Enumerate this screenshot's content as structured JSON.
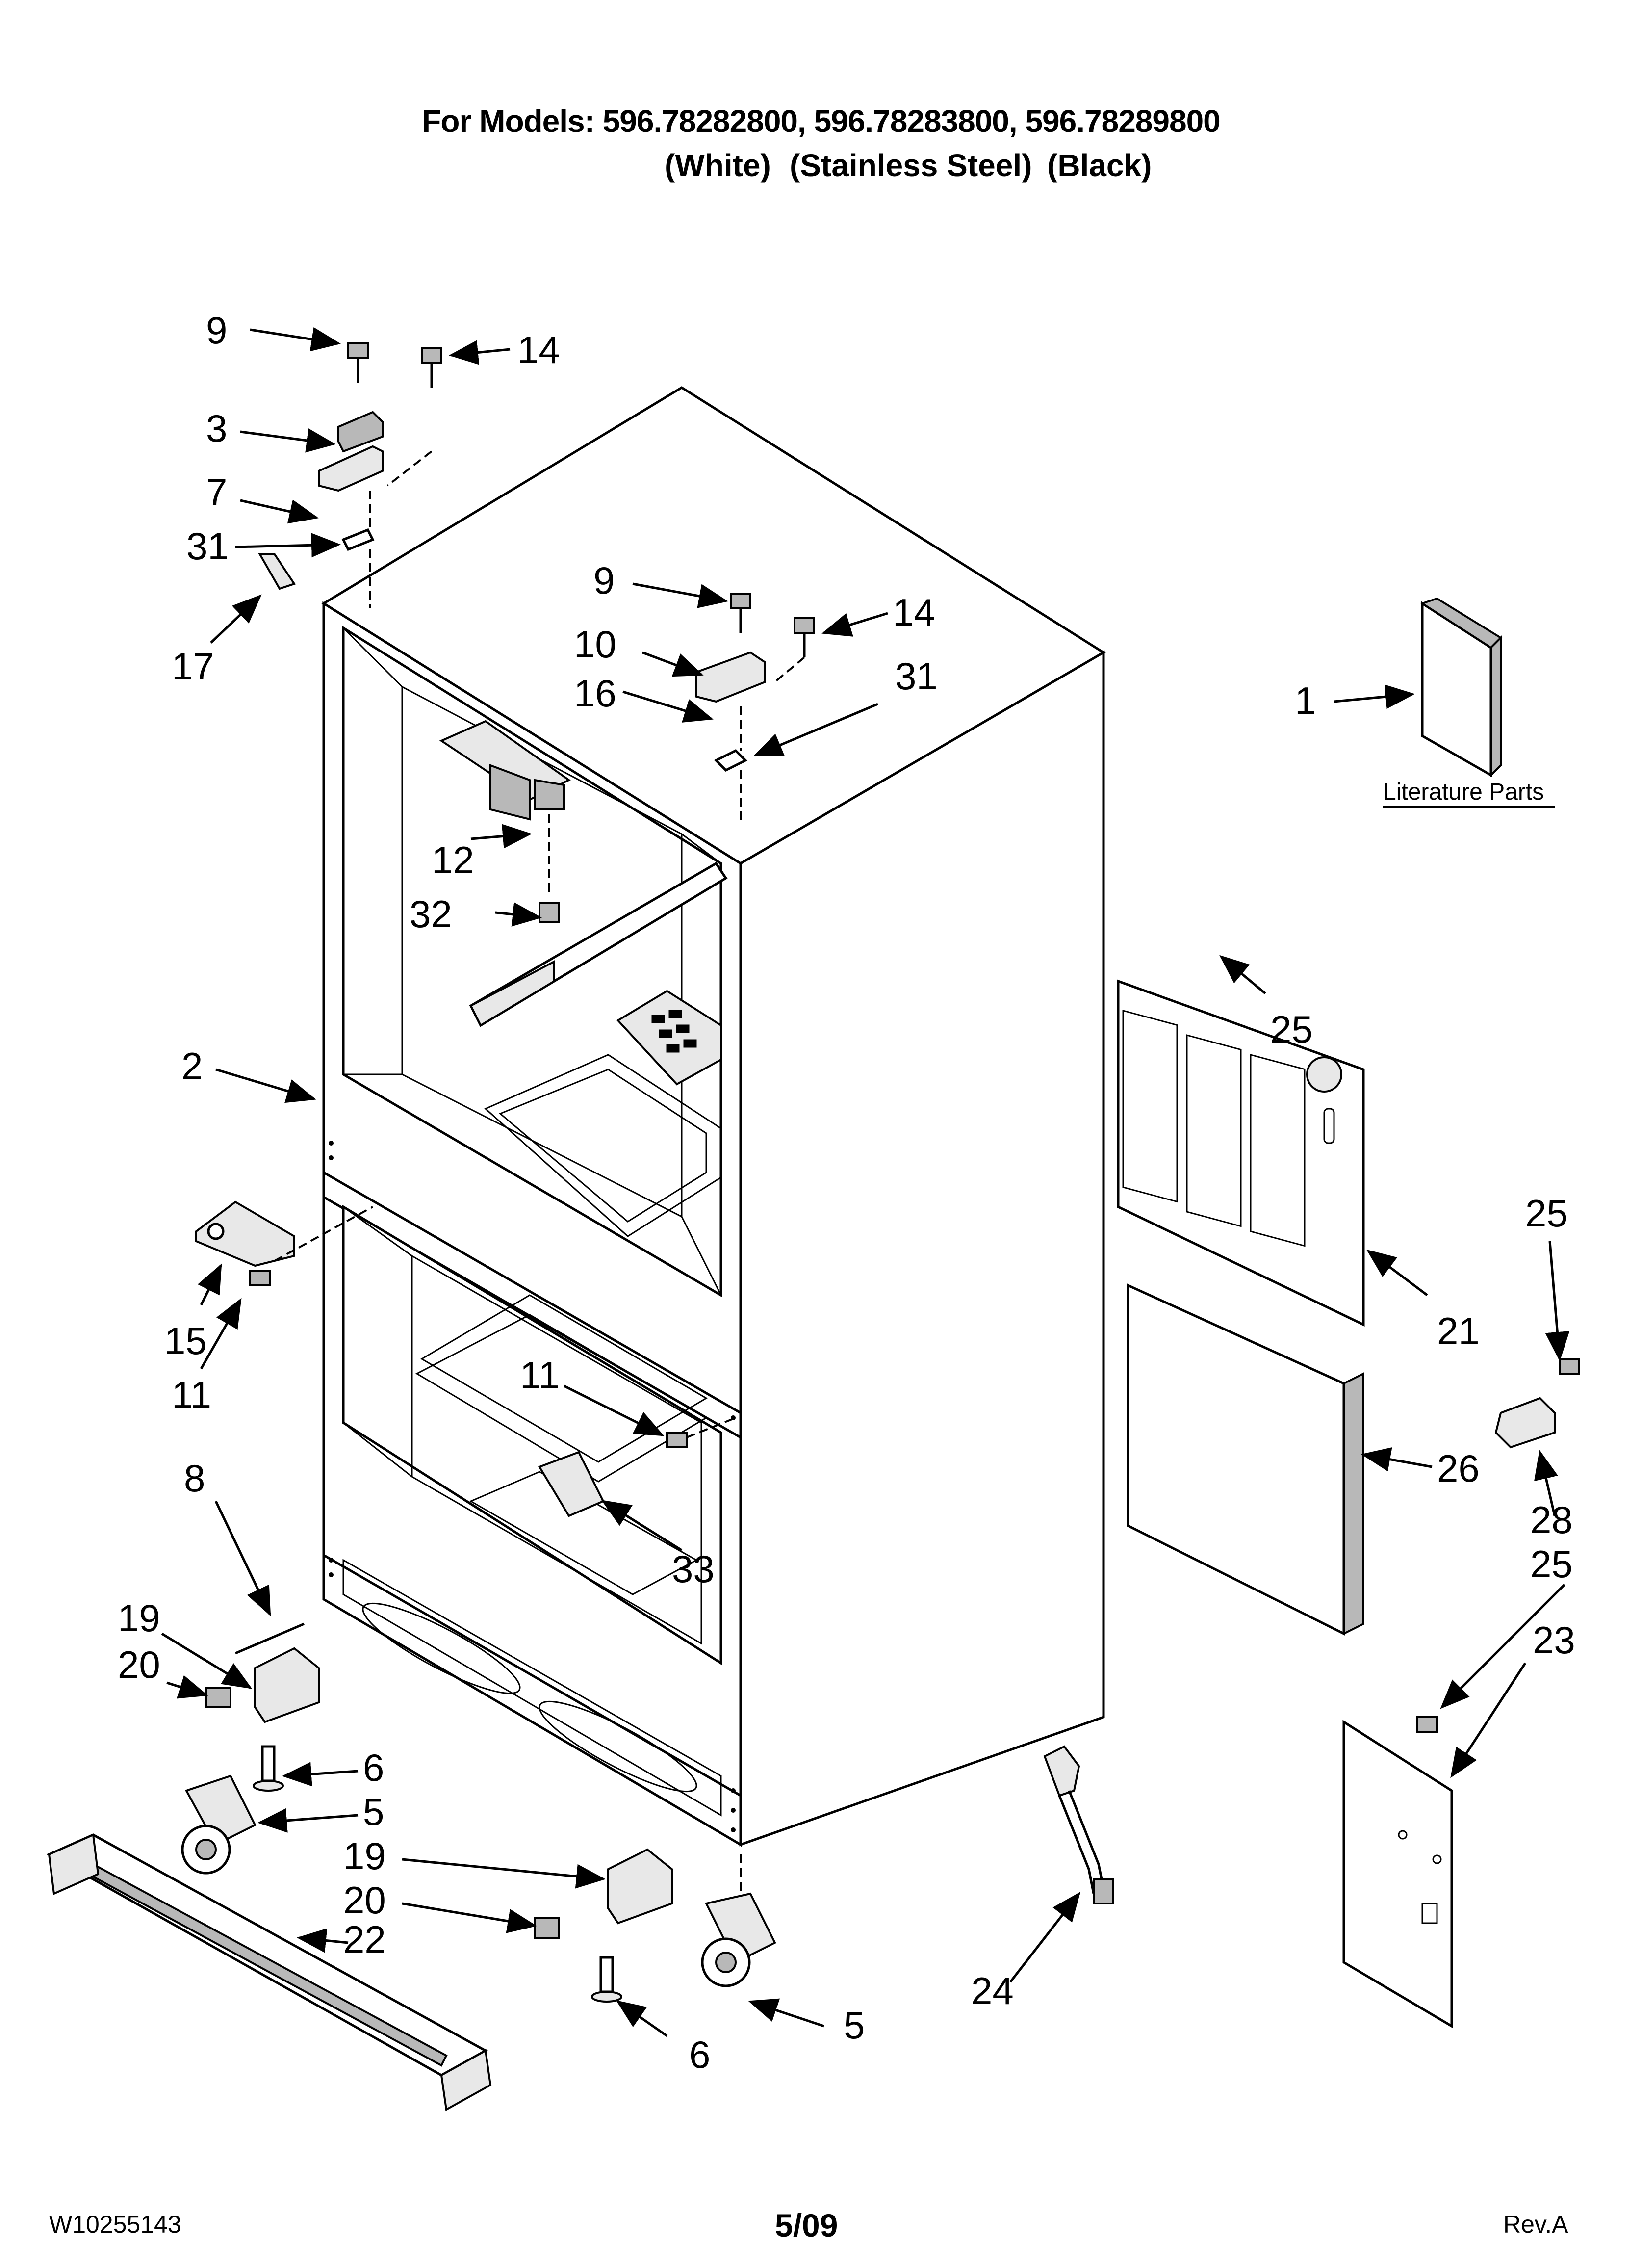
{
  "header": {
    "models_line": "For Models: 596.78282800, 596.78283800, 596.78289800",
    "colors": [
      "(White)",
      "(Stainless Steel)",
      "(Black)"
    ]
  },
  "footer": {
    "doc_number": "W10255143",
    "date": "5/09",
    "revision": "Rev.A"
  },
  "literature_label": "Literature Parts",
  "callouts": {
    "c9a": "9",
    "c14a": "14",
    "c3": "3",
    "c7": "7",
    "c31a": "31",
    "c17": "17",
    "c9b": "9",
    "c10": "10",
    "c16": "16",
    "c14b": "14",
    "c31b": "31",
    "c1": "1",
    "c12": "12",
    "c32": "32",
    "c25a": "25",
    "c2": "2",
    "c21": "21",
    "c25b": "25",
    "c15": "15",
    "c11a": "11",
    "c11b": "11",
    "c26": "26",
    "c28": "28",
    "c25c": "25",
    "c8": "8",
    "c33": "33",
    "c23": "23",
    "c19a": "19",
    "c20a": "20",
    "c6a": "6",
    "c5a": "5",
    "c19b": "19",
    "c20b": "20",
    "c22": "22",
    "c24": "24",
    "c5b": "5",
    "c6b": "6"
  }
}
